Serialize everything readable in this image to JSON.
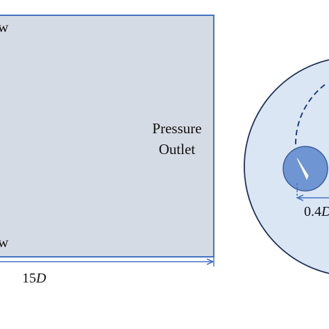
{
  "labels": {
    "outlet_line1": "Pressure",
    "outlet_line2": "Outlet",
    "length_prefix": "15",
    "length_var": "D",
    "diameter_prefix": "0.4",
    "diameter_var": "D",
    "inlet_top_fragment": "w",
    "inlet_bottom_fragment": "w"
  },
  "colors": {
    "domain_fill": "#d5dbe5",
    "border_blue": "#4472c4",
    "circle_fill": "#dbe6f5",
    "cylinder_fill": "#6f95d2",
    "background": "#ffffff"
  }
}
